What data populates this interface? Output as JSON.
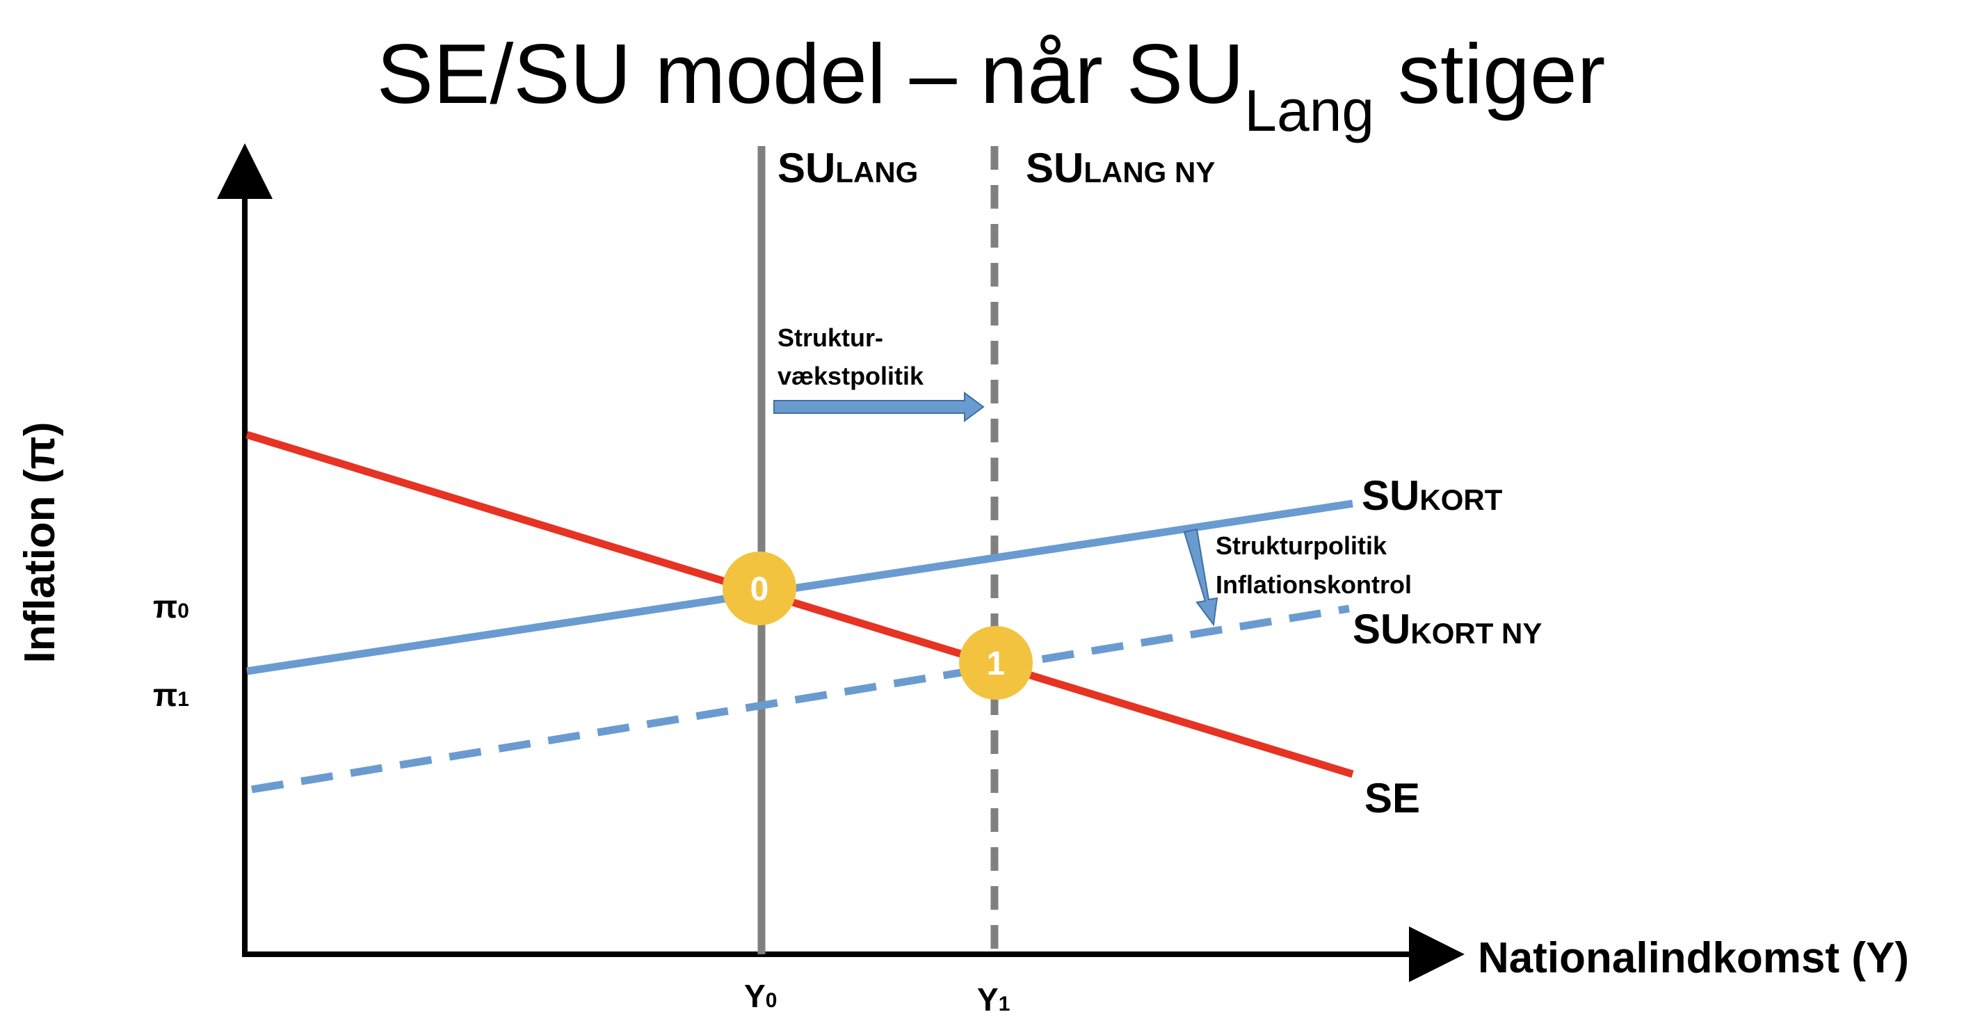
{
  "title": {
    "main": "SE/SU model – når SU",
    "subscript": "Lang",
    "suffix": " stiger"
  },
  "axes": {
    "y_label": "Inflation (π)",
    "x_label": "Nationalindkomst (Y)"
  },
  "y_ticks": [
    {
      "base": "π",
      "sub": "0"
    },
    {
      "base": "π",
      "sub": "1"
    }
  ],
  "x_ticks": [
    {
      "base": "Y",
      "sub": "0"
    },
    {
      "base": "Y",
      "sub": "1"
    }
  ],
  "curve_labels": {
    "su_lang": {
      "base": "SU",
      "sub": "LANG"
    },
    "su_lang_ny": {
      "base": "SU",
      "sub": "LANG NY"
    },
    "su_kort": {
      "base": "SU",
      "sub": "KORT"
    },
    "su_kort_ny": {
      "base": "SU",
      "sub": "KORT NY"
    },
    "se": {
      "base": "SE"
    }
  },
  "annotations": {
    "struktur_line1": "Struktur-",
    "struktur_line2": "vækstpolitik",
    "inflation_line1": "Strukturpolitik",
    "inflation_line2": "Inflationskontrol"
  },
  "points": [
    {
      "label": "0"
    },
    {
      "label": "1"
    }
  ],
  "colors": {
    "se_line": "#e63323",
    "su_kort_line": "#6a9bd0",
    "su_lang_line": "#808080",
    "arrow_fill": "#6a9bd0",
    "point_fill": "#f3c33f",
    "axis": "#000000"
  }
}
